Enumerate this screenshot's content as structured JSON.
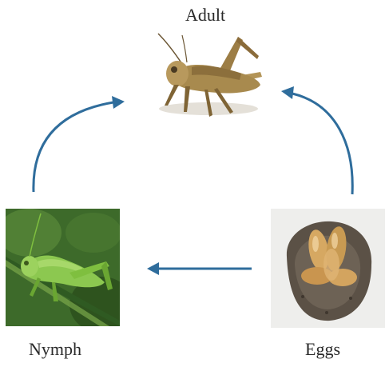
{
  "stages": {
    "adult": {
      "label": "Adult",
      "icon": "adult-grasshopper-photo"
    },
    "nymph": {
      "label": "Nymph",
      "icon": "nymph-grasshopper-photo"
    },
    "eggs": {
      "label": "Eggs",
      "icon": "egg-pod-photo"
    }
  },
  "cycle_order": [
    "Eggs",
    "Nymph",
    "Adult"
  ],
  "colors": {
    "arrow": "#2f6d9c",
    "label_text": "#2a2a2a",
    "nymph_green": "#7fbf3f",
    "foliage_dark": "#2f5a22",
    "egg_amber": "#c89a52",
    "soil": "#5b5146",
    "adult_body": "#a88a4e"
  }
}
